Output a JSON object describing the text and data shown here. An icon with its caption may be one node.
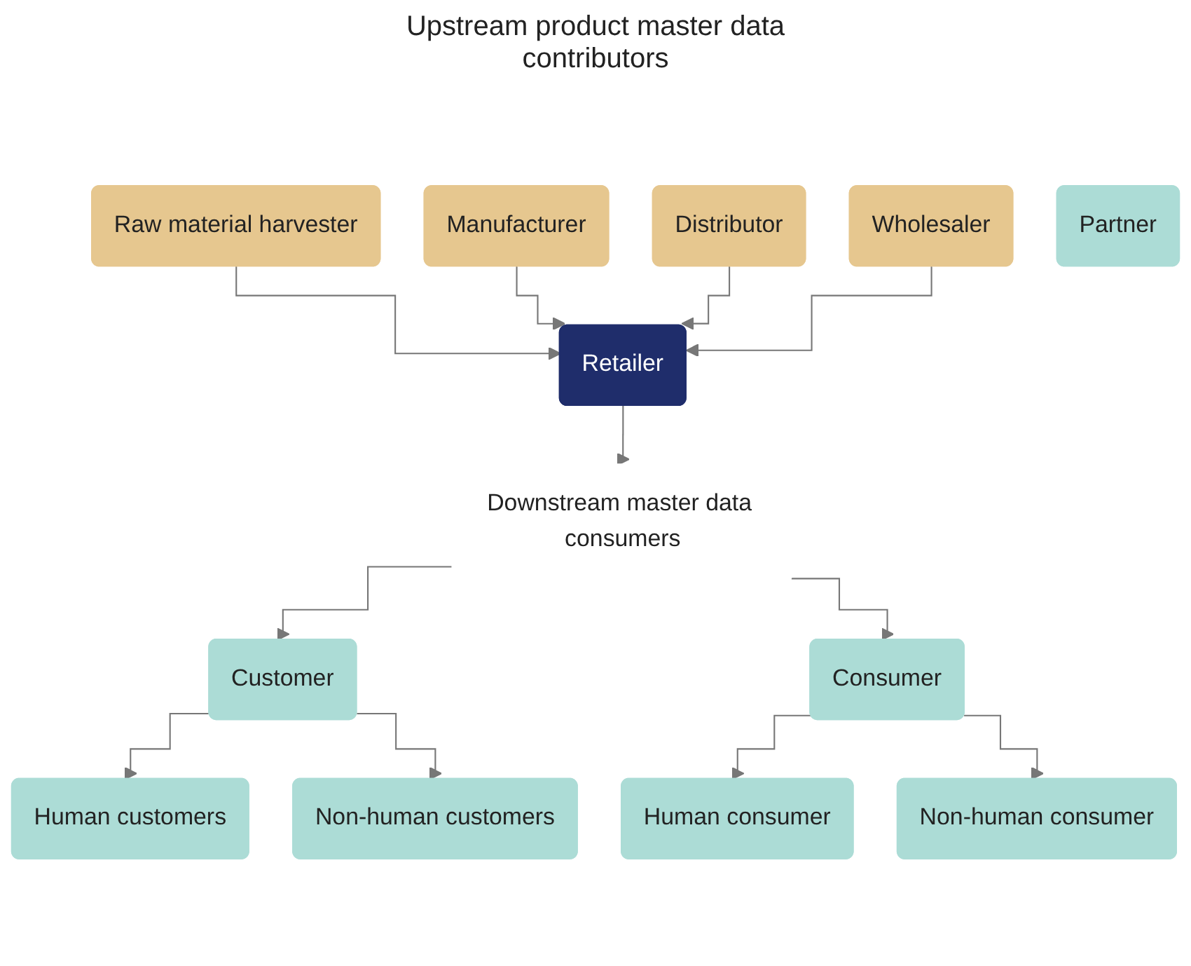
{
  "diagram": {
    "nodes": [
      {
        "text": [
          "Raw material harvester"
        ]
      },
      {
        "text": [
          "Manufacturer"
        ]
      },
      {
        "text": [
          "Distributor"
        ]
      },
      {
        "text": [
          "Wholesaler"
        ]
      },
      {
        "text": [
          "Retailer"
        ]
      },
      {
        "text": [
          "Downstream master data consumers"
        ]
      },
      {
        "text": [
          "Customer"
        ]
      },
      {
        "text": [
          "Partner"
        ]
      },
      {
        "text": [
          "Consumer"
        ]
      },
      {
        "text": [
          "Human customers"
        ]
      },
      {
        "text": [
          "Non-human customers"
        ]
      },
      {
        "text": [
          "Human consumer"
        ]
      },
      {
        "text": [
          "Non-human consumer"
        ]
      }
    ],
    "edges": [
      {
        "from": 0,
        "to": 4,
        "arrow": "to"
      },
      {
        "from": 1,
        "to": 4,
        "arrow": "to"
      },
      {
        "from": 2,
        "to": 4,
        "arrow": "to"
      },
      {
        "from": 3,
        "to": 4,
        "arrow": "to"
      },
      {
        "from": 4,
        "to": 5,
        "arrow": "to"
      },
      {
        "from": 5,
        "to": 6,
        "arrow": "to"
      },
      {
        "from": 5,
        "to": 8,
        "arrow": "to"
      },
      {
        "from": 6,
        "to": 9,
        "arrow": "to"
      },
      {
        "from": 6,
        "to": 10,
        "arrow": "to"
      },
      {
        "from": 8,
        "to": 11,
        "arrow": "to"
      },
      {
        "from": 8,
        "to": 12,
        "arrow": "to"
      }
    ],
    "labels": [
      "Upstream product master data contributors"
    ]
  }
}
